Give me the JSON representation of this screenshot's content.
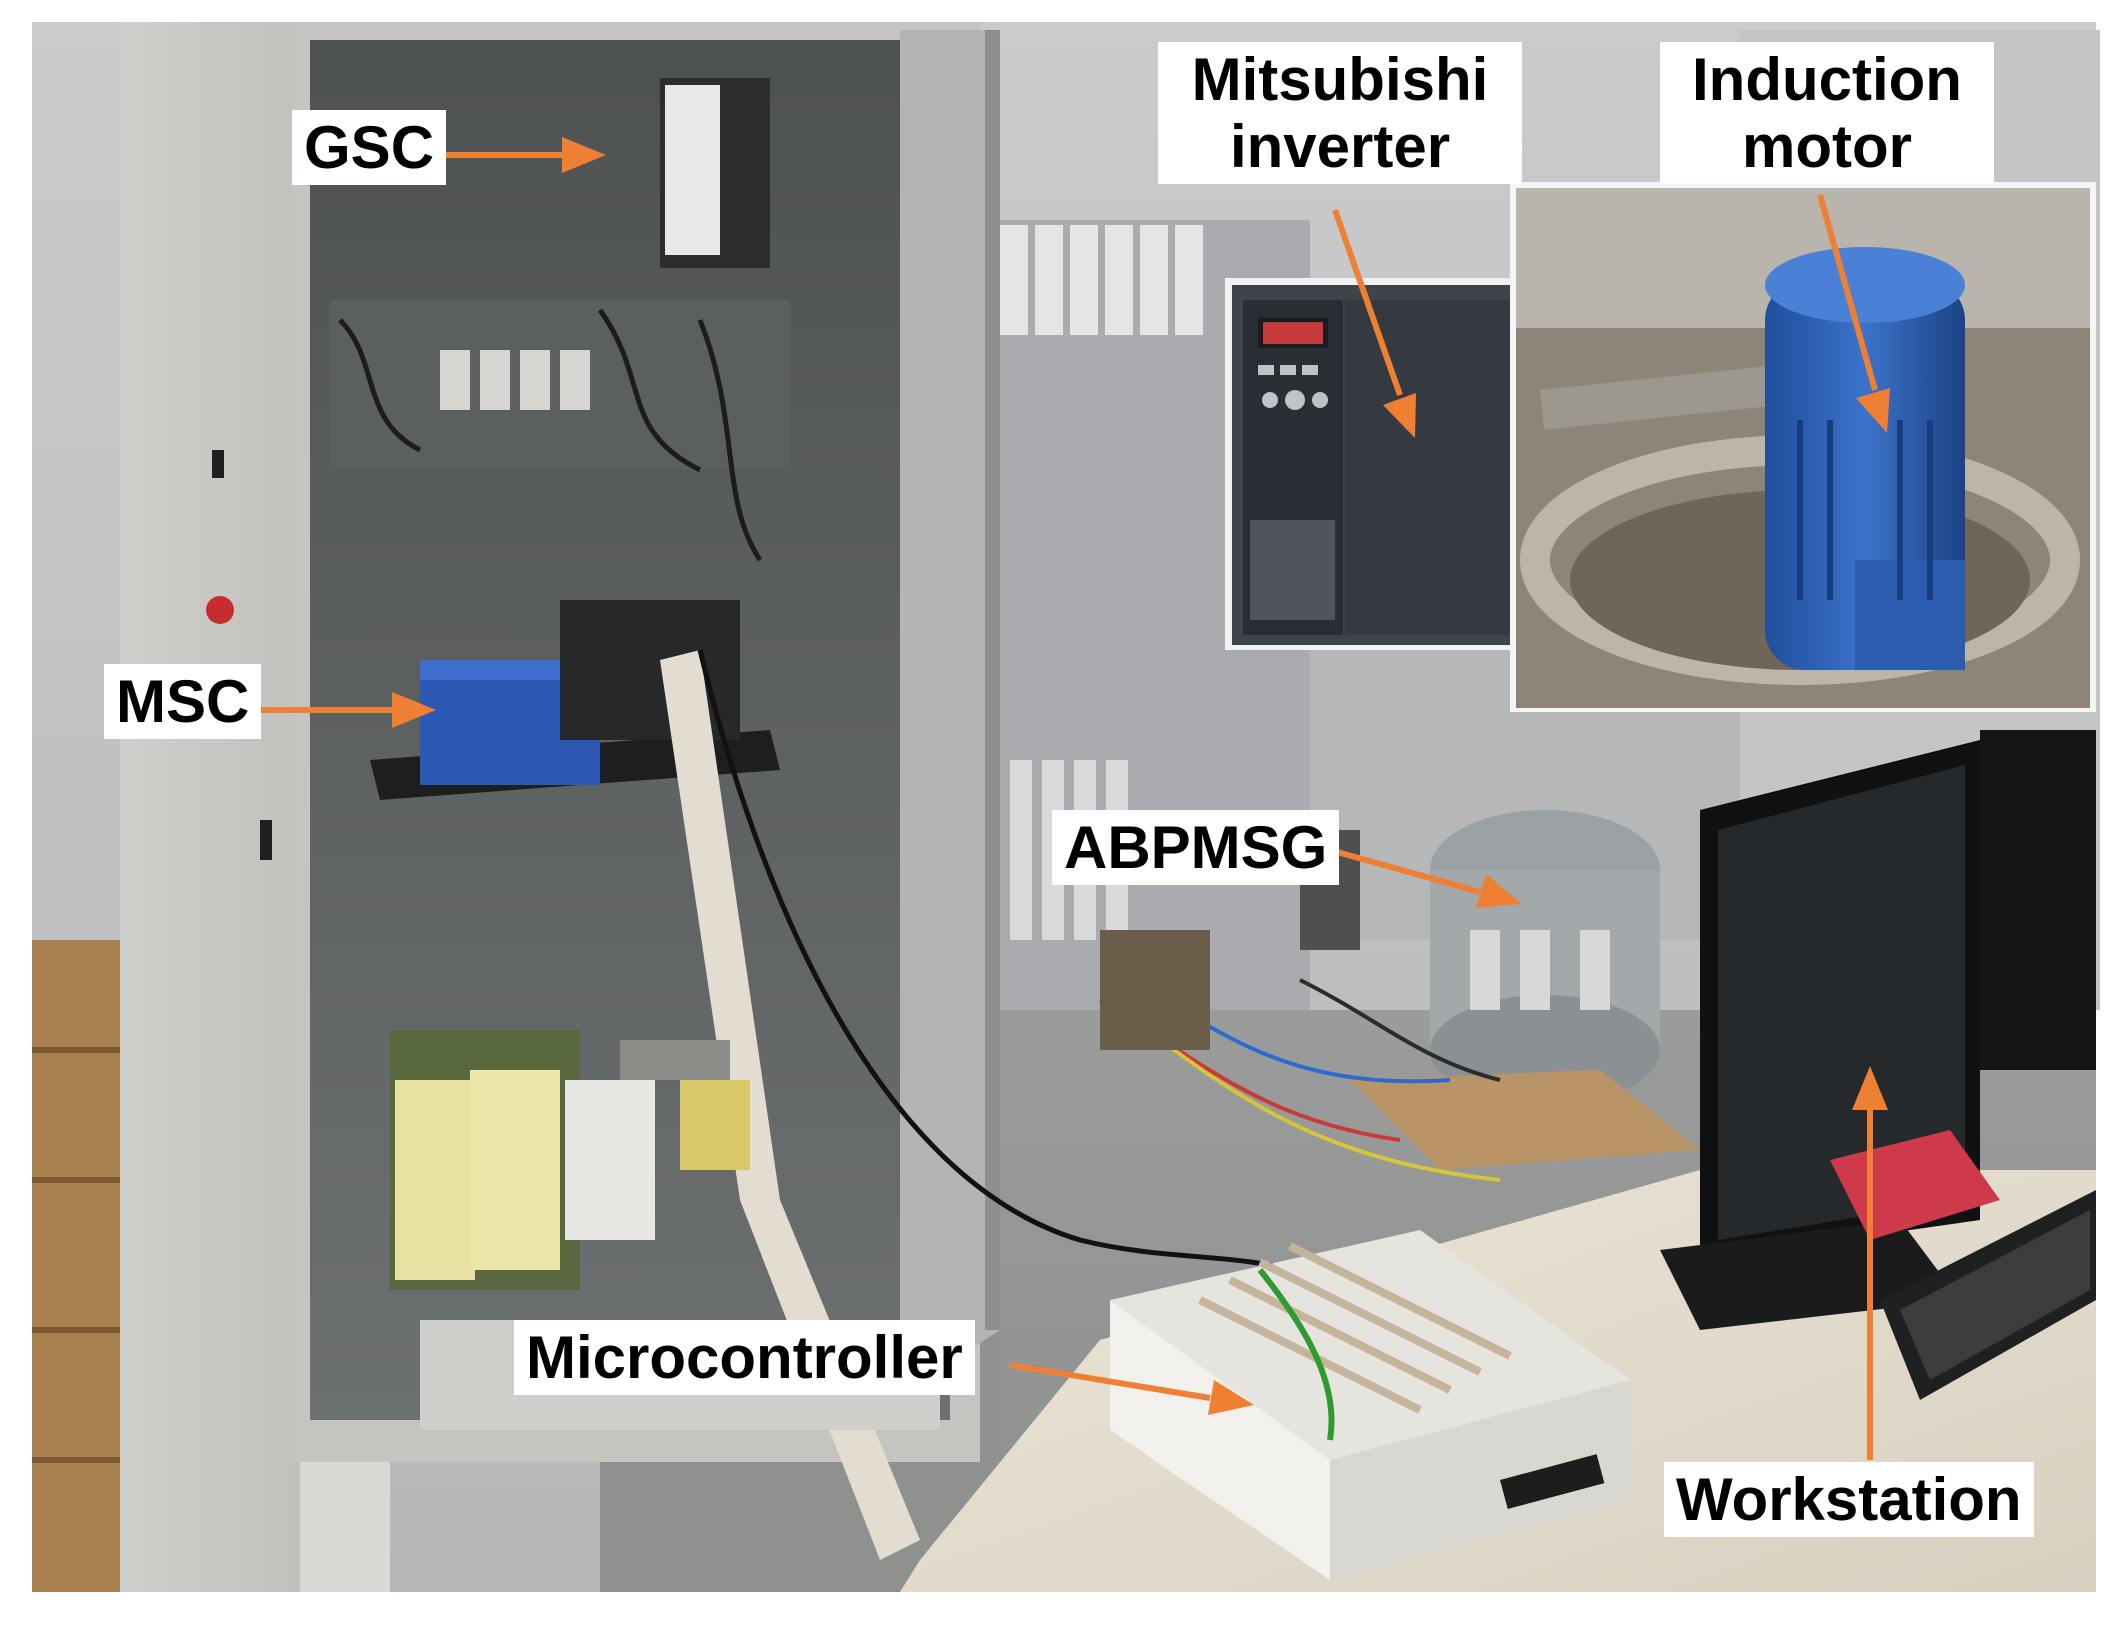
{
  "figure": {
    "labels": {
      "gsc": "GSC",
      "msc": "MSC",
      "mitsubishi_line1": "Mitsubishi",
      "mitsubishi_line2": "inverter",
      "induction_line1": "Induction",
      "induction_line2": "motor",
      "abpmsg": "ABPMSG",
      "microcontroller": "Microcontroller",
      "workstation": "Workstation"
    },
    "colors": {
      "arrow": "#ee7f33",
      "label_background": "#ffffff",
      "label_text": "#000000"
    }
  }
}
